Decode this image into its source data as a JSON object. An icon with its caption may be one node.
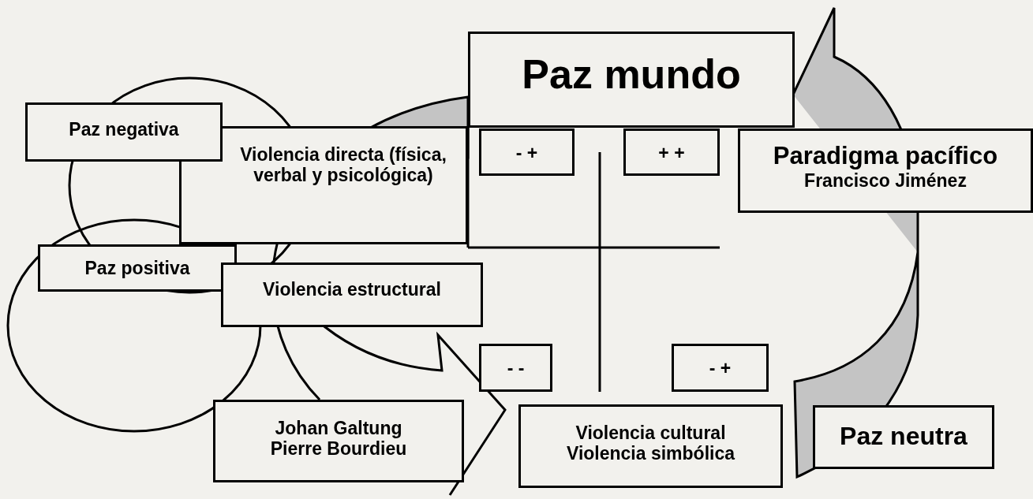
{
  "diagram": {
    "nodes": [
      {
        "text": [
          "Paz mundo"
        ]
      },
      {
        "text": [
          "Paz negativa"
        ]
      },
      {
        "text": [
          "Violencia directa (física, verbal y psicológica)"
        ]
      },
      {
        "text": [
          "- +"
        ]
      },
      {
        "text": [
          "+ +"
        ]
      },
      {
        "text": [
          "Paradigma pacífico",
          "Francisco Jiménez"
        ]
      },
      {
        "text": [
          "Paz positiva"
        ]
      },
      {
        "text": [
          "Violencia estructural"
        ]
      },
      {
        "text": [
          "- -"
        ]
      },
      {
        "text": [
          "- +"
        ]
      },
      {
        "text": [
          "Johan Galtung",
          "Pierre Bourdieu"
        ]
      },
      {
        "text": [
          "Violencia cultural",
          "Violencia simbólica"
        ]
      },
      {
        "text": [
          "Paz neutra"
        ]
      }
    ]
  }
}
